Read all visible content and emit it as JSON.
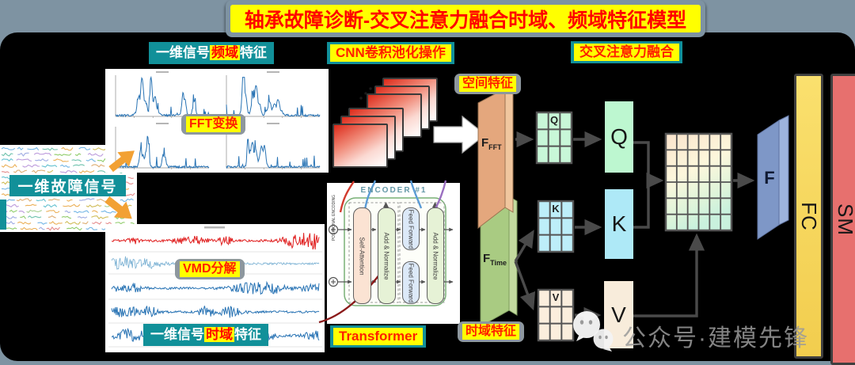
{
  "title": "轴承故障诊断-交叉注意力融合时域、频域特征模型",
  "labels": {
    "freq_pre": "一维信号",
    "freq_hl": "频域",
    "freq_post": "特征",
    "cnn": "CNN卷积池化操作",
    "cross_attention": "交叉注意力融合",
    "time_pre": "一维信号",
    "time_hl": "时域",
    "time_post": "特征",
    "input_signal": "一维故障信号",
    "fft": "FFT变换",
    "vmd": "VMD分解",
    "transformer": "Transformer",
    "spatial": "空间特征",
    "temporal": "时域特征"
  },
  "encoder": {
    "title": "ENCODER #1",
    "positional": "POSITIONAL ENCODING",
    "self_attention": "Self-Attention",
    "add_norm1": "Add & Normalize",
    "feed_forward1": "Feed Forward",
    "feed_forward2": "Feed Forward",
    "add_norm2": "Add & Normalize"
  },
  "tensors": {
    "f_fft_base": "F",
    "f_fft_sub": "FFT",
    "f_time_base": "F",
    "f_time_sub": "Time",
    "q_grid": "Q",
    "k_grid": "K",
    "v_grid": "V",
    "q": "Q",
    "k": "K",
    "v": "V",
    "f": "F",
    "fc": "FC",
    "sm": "SM"
  },
  "watermark": "公众号·建模先锋",
  "colors": {
    "teal": "#119099",
    "yellow": "#ffff00",
    "red_text": "#ff0000",
    "slate": "#7e93a2",
    "tan_slab": "#e4a77d",
    "green_slab": "#a9cb82",
    "mint": "#bdf7d0",
    "cyan": "#aee9f7",
    "cream": "#f8ecdb",
    "blue_slab": "#7e97c7",
    "fc_yellow": "#f7d75e",
    "sm_red": "#e7706e",
    "spectrum_blue": "#2873b4",
    "signal_red": "#e02020",
    "orange_arrow": "#f2a134"
  }
}
